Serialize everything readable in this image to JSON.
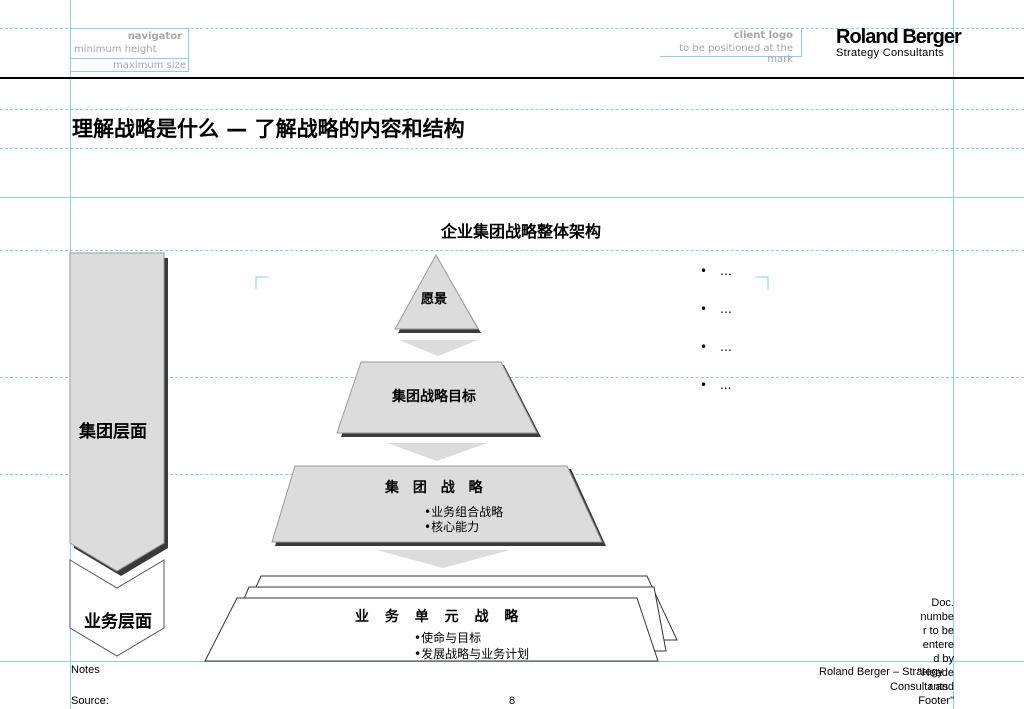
{
  "navigator": {
    "title": "navigator",
    "min_height": "minimum height",
    "max_size": "maximum size"
  },
  "client_logo": {
    "title": "client logo",
    "note": "to be positioned at the mark"
  },
  "brand": {
    "name": "Roland Berger",
    "sub": "Strategy Consultants"
  },
  "slide": {
    "title": "理解战略是什么 — 了解战略的内容和结构",
    "chart_title": "企业集团战略整体架构"
  },
  "levels": {
    "group": "集团层面",
    "business": "业务层面"
  },
  "pyramid": {
    "vision": "愿景",
    "group_goal": "集团战略目标",
    "group_strategy": "集 团 战 略",
    "group_items": [
      "•业务组合战略",
      "•核心能力"
    ],
    "bu_strategy": "业 务 单 元 战 略",
    "bu_items": [
      "•使命与目标",
      "•发展战略与业务计划"
    ]
  },
  "bullets": [
    {
      "dot": "•",
      "text": "…"
    },
    {
      "dot": "•",
      "text": "…"
    },
    {
      "dot": "•",
      "text": "…"
    },
    {
      "dot": "•",
      "text": "..."
    }
  ],
  "footer": {
    "notes": "Notes",
    "source": "Source:",
    "page": "8",
    "company_1": "Roland Berger – Strategy",
    "company_2": "Consultants",
    "doc_note_lines": [
      "Doc.",
      "numbe",
      "r to be",
      "entere",
      "d by",
      "\"Heade",
      "r and",
      "Footer\""
    ]
  },
  "colors": {
    "guide": "#8ecdf0",
    "fill": "#dcdcdc",
    "text_grey": "#a7a7a7"
  }
}
